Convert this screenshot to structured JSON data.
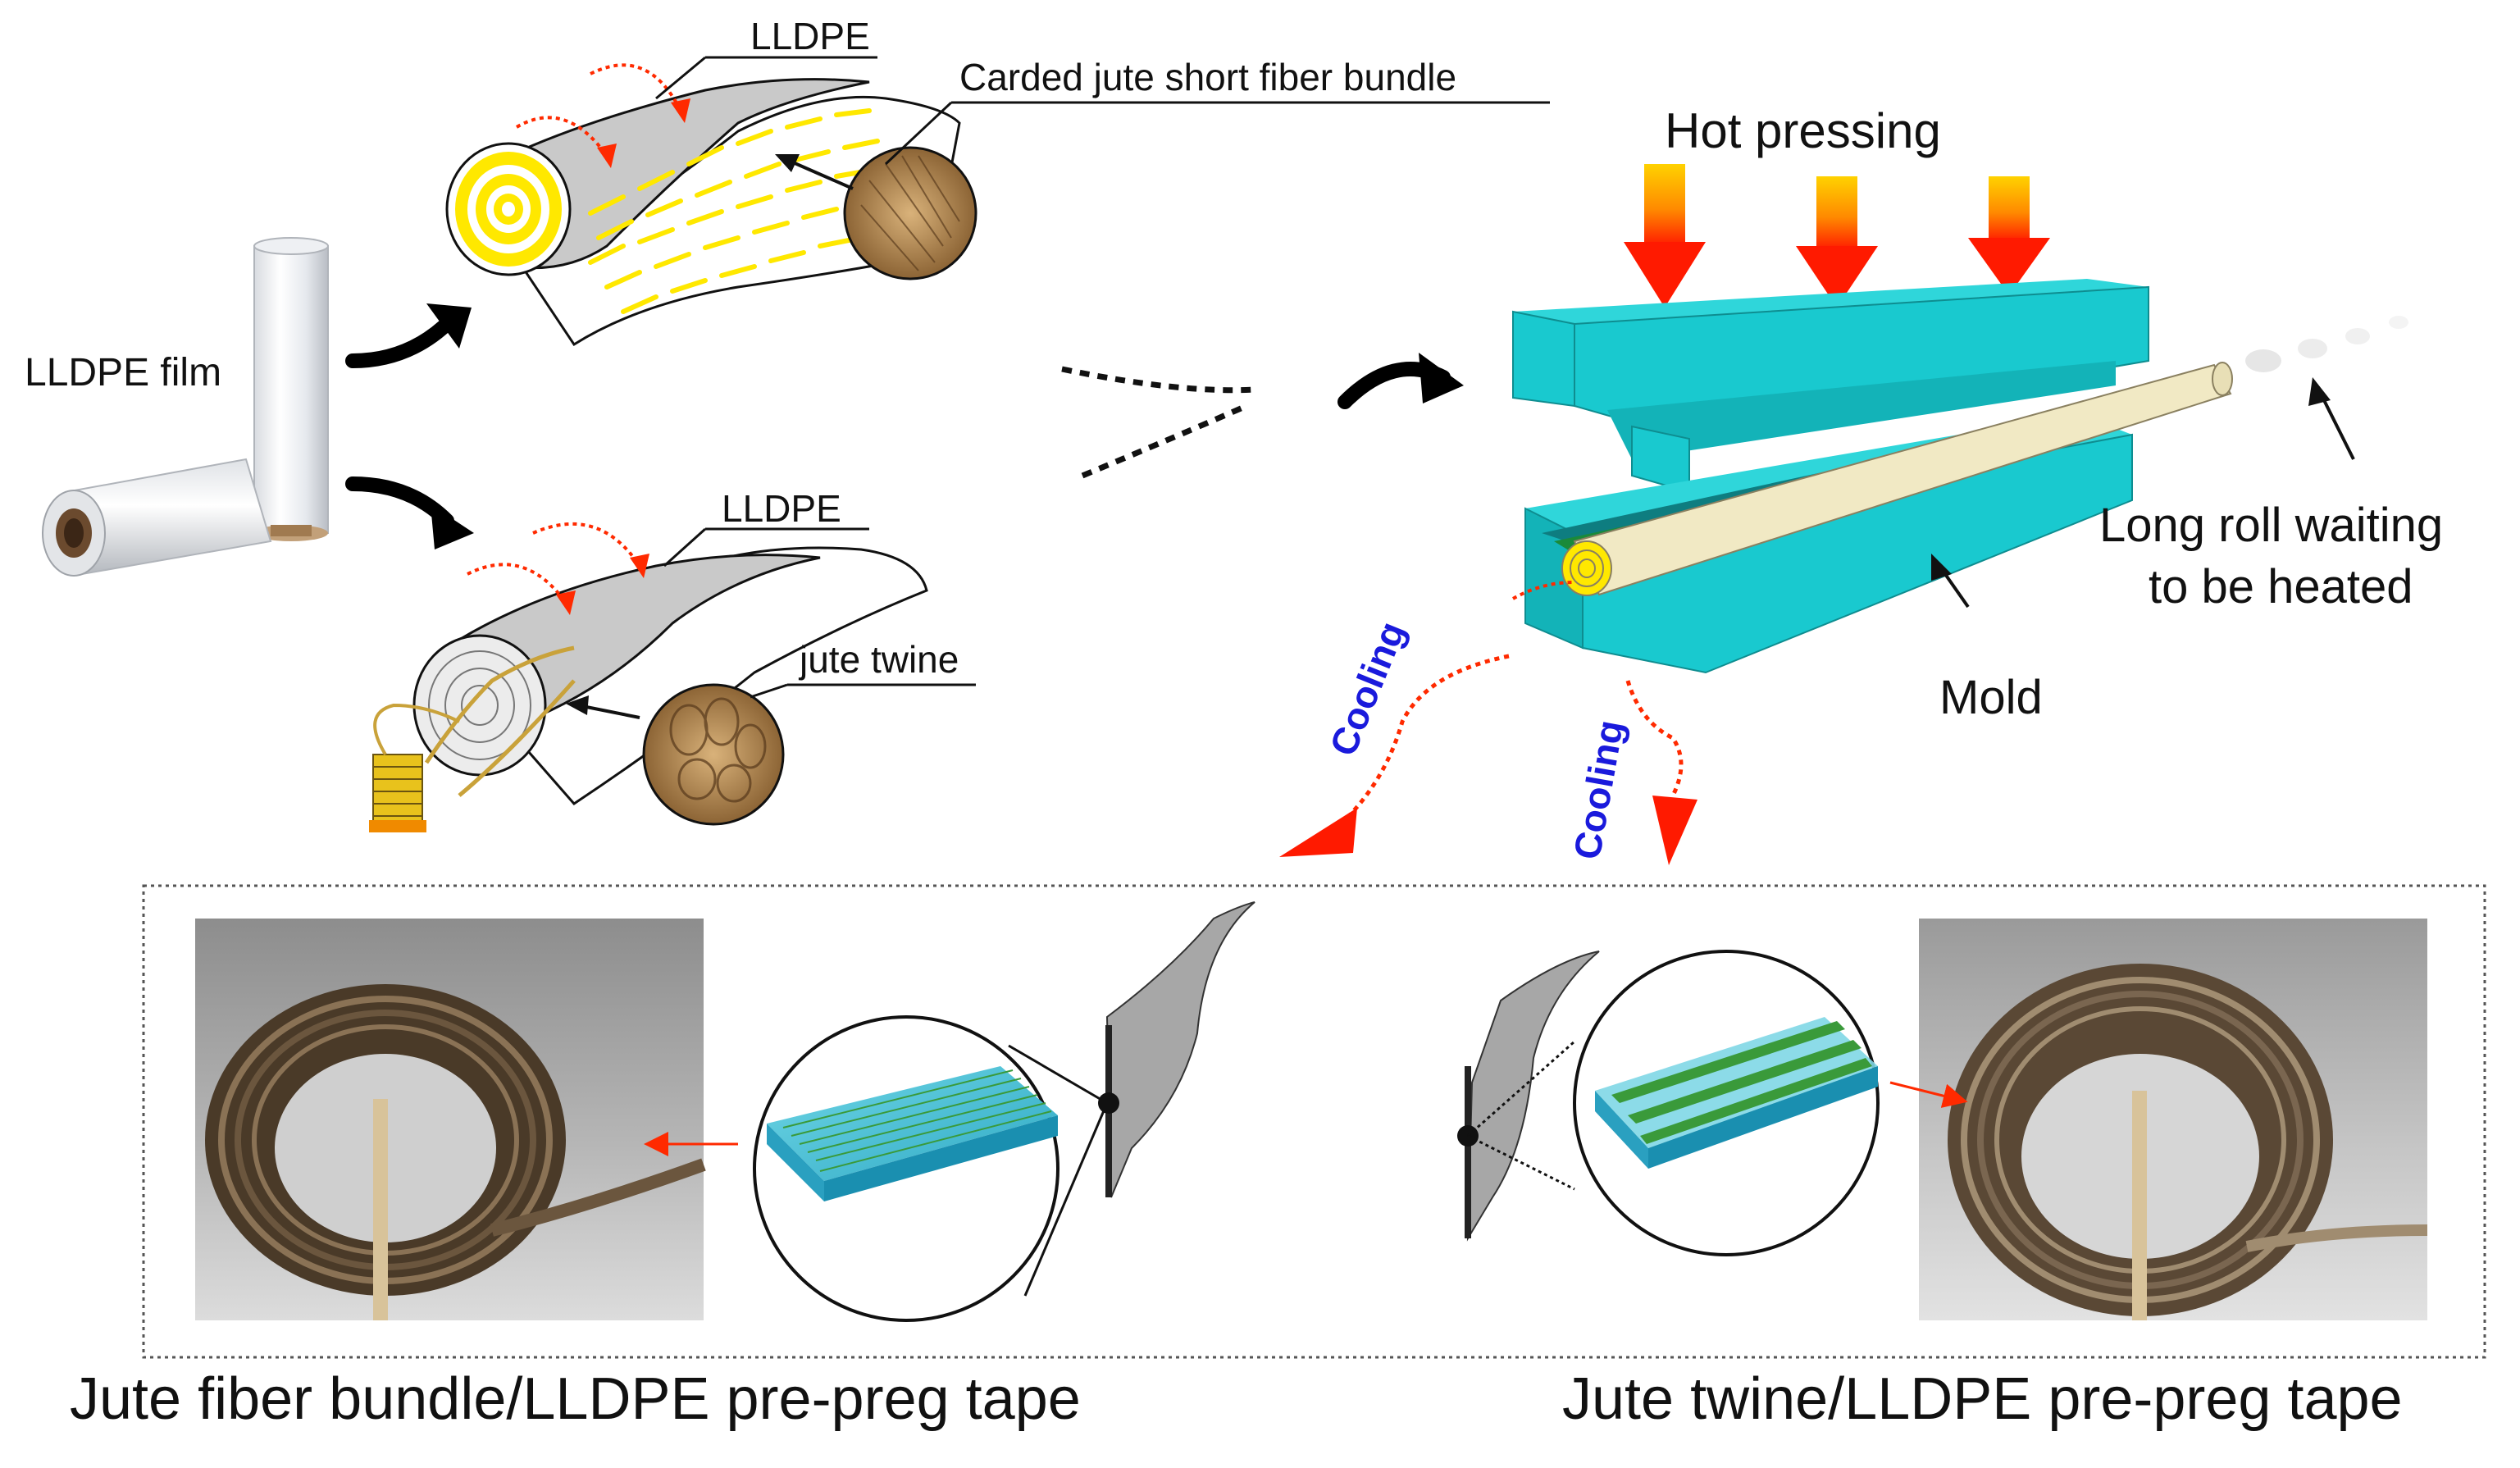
{
  "labels": {
    "lldpe_film": "LLDPE film",
    "lldpe_top": "LLDPE",
    "carded_bundle": "Carded jute short fiber bundle",
    "lldpe_bottom": "LLDPE",
    "jute_twine": "jute twine",
    "hot_pressing": "Hot pressing",
    "long_roll_line1": "Long roll waiting",
    "long_roll_line2": "to be heated",
    "mold": "Mold",
    "cooling_left": "Cooling",
    "cooling_right": "Cooling",
    "caption_left": "Jute fiber bundle/LLDPE pre-preg tape",
    "caption_right": "Jute twine/LLDPE pre-preg tape"
  },
  "colors": {
    "mold_cyan": "#19c9cf",
    "mold_dark": "#0e7d80",
    "arrow_red": "#ff2a00",
    "arrow_yellow": "#ffc800",
    "fiber_yellow": "#ffe800",
    "cooling_blue": "#1a1adc",
    "film_gray": "#c8c8c8",
    "jute_brown": "#7a5a3a"
  },
  "icons": [
    "curved-arrow-icon",
    "hot-pressing-arrow-icon",
    "cooling-arrow-icon",
    "magnifier-circle-icon"
  ]
}
